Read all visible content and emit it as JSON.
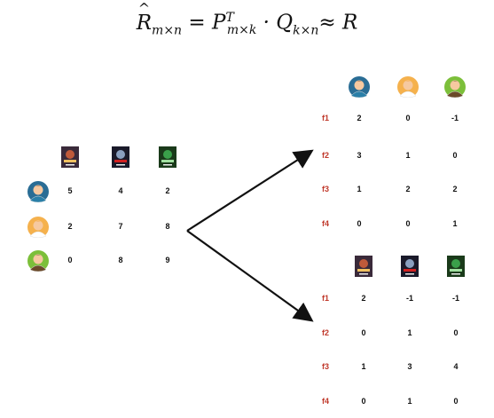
{
  "formula": {
    "lhs": "R",
    "lhs_sub": "m×n",
    "eq": "=",
    "p": "P",
    "p_sup": "T",
    "p_sub": "m×k",
    "dot": "·",
    "q": "Q",
    "q_sub": "k×n",
    "approx": "≈",
    "r": "R"
  },
  "rating_matrix": {
    "rows": [
      [
        "5",
        "4",
        "2"
      ],
      [
        "2",
        "7",
        "8"
      ],
      [
        "0",
        "8",
        "9"
      ]
    ]
  },
  "user_factor_matrix": {
    "row_labels": [
      "f1",
      "f2",
      "f3",
      "f4"
    ],
    "rows": [
      [
        "2",
        "0",
        "-1"
      ],
      [
        "3",
        "1",
        "0"
      ],
      [
        "1",
        "2",
        "2"
      ],
      [
        "0",
        "0",
        "1"
      ]
    ]
  },
  "item_factor_matrix": {
    "row_labels": [
      "f1",
      "f2",
      "f3",
      "f4"
    ],
    "rows": [
      [
        "2",
        "-1",
        "-1"
      ],
      [
        "0",
        "1",
        "0"
      ],
      [
        "1",
        "3",
        "4"
      ],
      [
        "0",
        "1",
        "0"
      ]
    ]
  },
  "users": [
    {
      "icon": "woman-user-icon",
      "shirt": "#2a7fa8",
      "hair": "#7a4a2a",
      "bg": "#2a6d95"
    },
    {
      "icon": "man-white-shirt-user-icon",
      "shirt": "#ffffff",
      "hair": "#f0a33a",
      "bg": "#f5b14d"
    },
    {
      "icon": "man-suit-user-icon",
      "shirt": "#6b4a2a",
      "hair": "#6b4a2a",
      "bg": "#7cbf3a"
    }
  ],
  "posters": [
    {
      "icon": "movie-poster-1-icon",
      "colors": [
        "#3a2a3a",
        "#c05a3a",
        "#f0c060"
      ]
    },
    {
      "icon": "movie-poster-2-icon",
      "colors": [
        "#1a1a2a",
        "#8aa0c0",
        "#d02020"
      ]
    },
    {
      "icon": "movie-poster-3-icon",
      "colors": [
        "#1a3a1a",
        "#3aa04a",
        "#a0e0a0"
      ]
    }
  ],
  "colors": {
    "factor_label": "#c0392b",
    "arrow": "#111111"
  }
}
